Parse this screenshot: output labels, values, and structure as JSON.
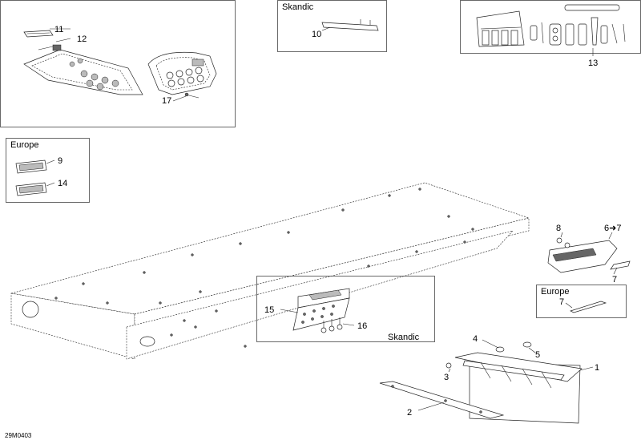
{
  "insets": {
    "skandic_top": "Skandic",
    "europe_left": "Europe",
    "skandic_mid": "Skandic",
    "europe_right": "Europe"
  },
  "callouts": {
    "c1": "1",
    "c2": "2",
    "c3": "3",
    "c4": "4",
    "c5": "5",
    "c67": "6➜7",
    "c7a": "7",
    "c7b": "7",
    "c8": "8",
    "c9": "9",
    "c10": "10",
    "c11": "11",
    "c12": "12",
    "c13": "13",
    "c14": "14",
    "c15": "15",
    "c16": "16",
    "c17": "17"
  },
  "drawing_code": "29M0403"
}
